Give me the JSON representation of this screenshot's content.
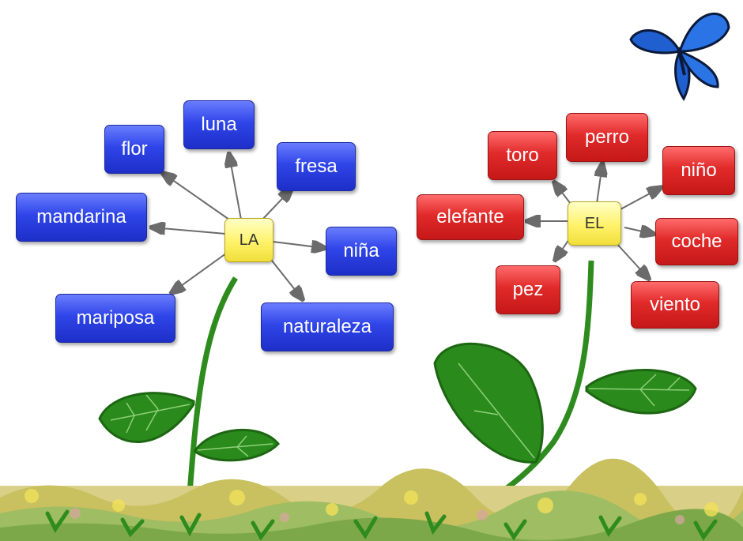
{
  "left_flower": {
    "center": "LA",
    "words": [
      "flor",
      "luna",
      "fresa",
      "mandarina",
      "niña",
      "mariposa",
      "naturaleza"
    ]
  },
  "right_flower": {
    "center": "EL",
    "words": [
      "toro",
      "perro",
      "niño",
      "elefante",
      "coche",
      "pez",
      "viento"
    ]
  },
  "colors": {
    "feminine_box": "#2f45e8",
    "masculine_box": "#e12a2a",
    "hub": "#fff26a",
    "stem": "#2e8b1e",
    "butterfly": "#1f5fd0"
  }
}
